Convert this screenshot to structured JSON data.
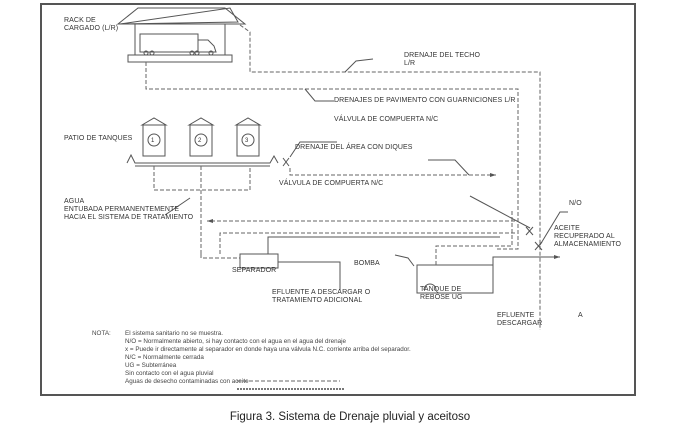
{
  "caption": "Figura 3. Sistema de Drenaje pluvial y aceitoso",
  "labels": {
    "rack_line1": "RACK DE",
    "rack_line2": "CARGADO (L/R)",
    "roof_drain_line1": "DRENAJE   DEL   TECHO",
    "roof_drain_line2": "L/R",
    "pavement_drains": "DRENAJES DE PAVIMENTO CON GUARNICIONES L/R",
    "gate_valve_top": "VÁLVULA DE COMPUERTA N/C",
    "tank_yard": "PATIO DE TANQUES",
    "dike_area_drain": "DRENAJE DEL ÁREA CON DIQUES",
    "gate_valve_bottom": "VÁLVULA DE COMPUERTA N/C",
    "water_line1": "AGUA",
    "water_line2": "ENTUBADA PERMANENTEMENTE",
    "water_line3": "HACIA EL SISTEMA DE TRATAMIENTO",
    "no_valve": "N/O",
    "oil_line1": "ACEITE",
    "oil_line2": "RECUPERADO   AL",
    "oil_line3": "ALMACENAMIENTO",
    "pump": "BOMBA",
    "separator": "SEPARADOR",
    "effluent_treatment_line1": "EFLUENTE A DESCARGAR O",
    "effluent_treatment_line2": "TRATAMIENTO ADICIONAL",
    "overflow_tank_line1": "TANQUE DE",
    "overflow_tank_line2": "REBOSE UG",
    "effluent_discharge_line1": "EFLUENTE",
    "effluent_discharge_line2": "DESCARGAR",
    "effluent_a": "A"
  },
  "tanks": [
    "1",
    "2",
    "3"
  ],
  "notes": {
    "title": "NOTA:",
    "items": [
      "El sistema sanitario no se muestra.",
      "N/O = Normalmente abierto, si hay contacto con el agua en el agua del drenaje",
      "x = Puede ir directamente al separador en donde haya una válvula N.C. corriente arriba del separador.",
      "N/C = Normalmente cerrada",
      "UG = Subterránea",
      "Sin contacto con el agua pluvial",
      "Aguas de desecho contaminadas con aceite"
    ]
  }
}
